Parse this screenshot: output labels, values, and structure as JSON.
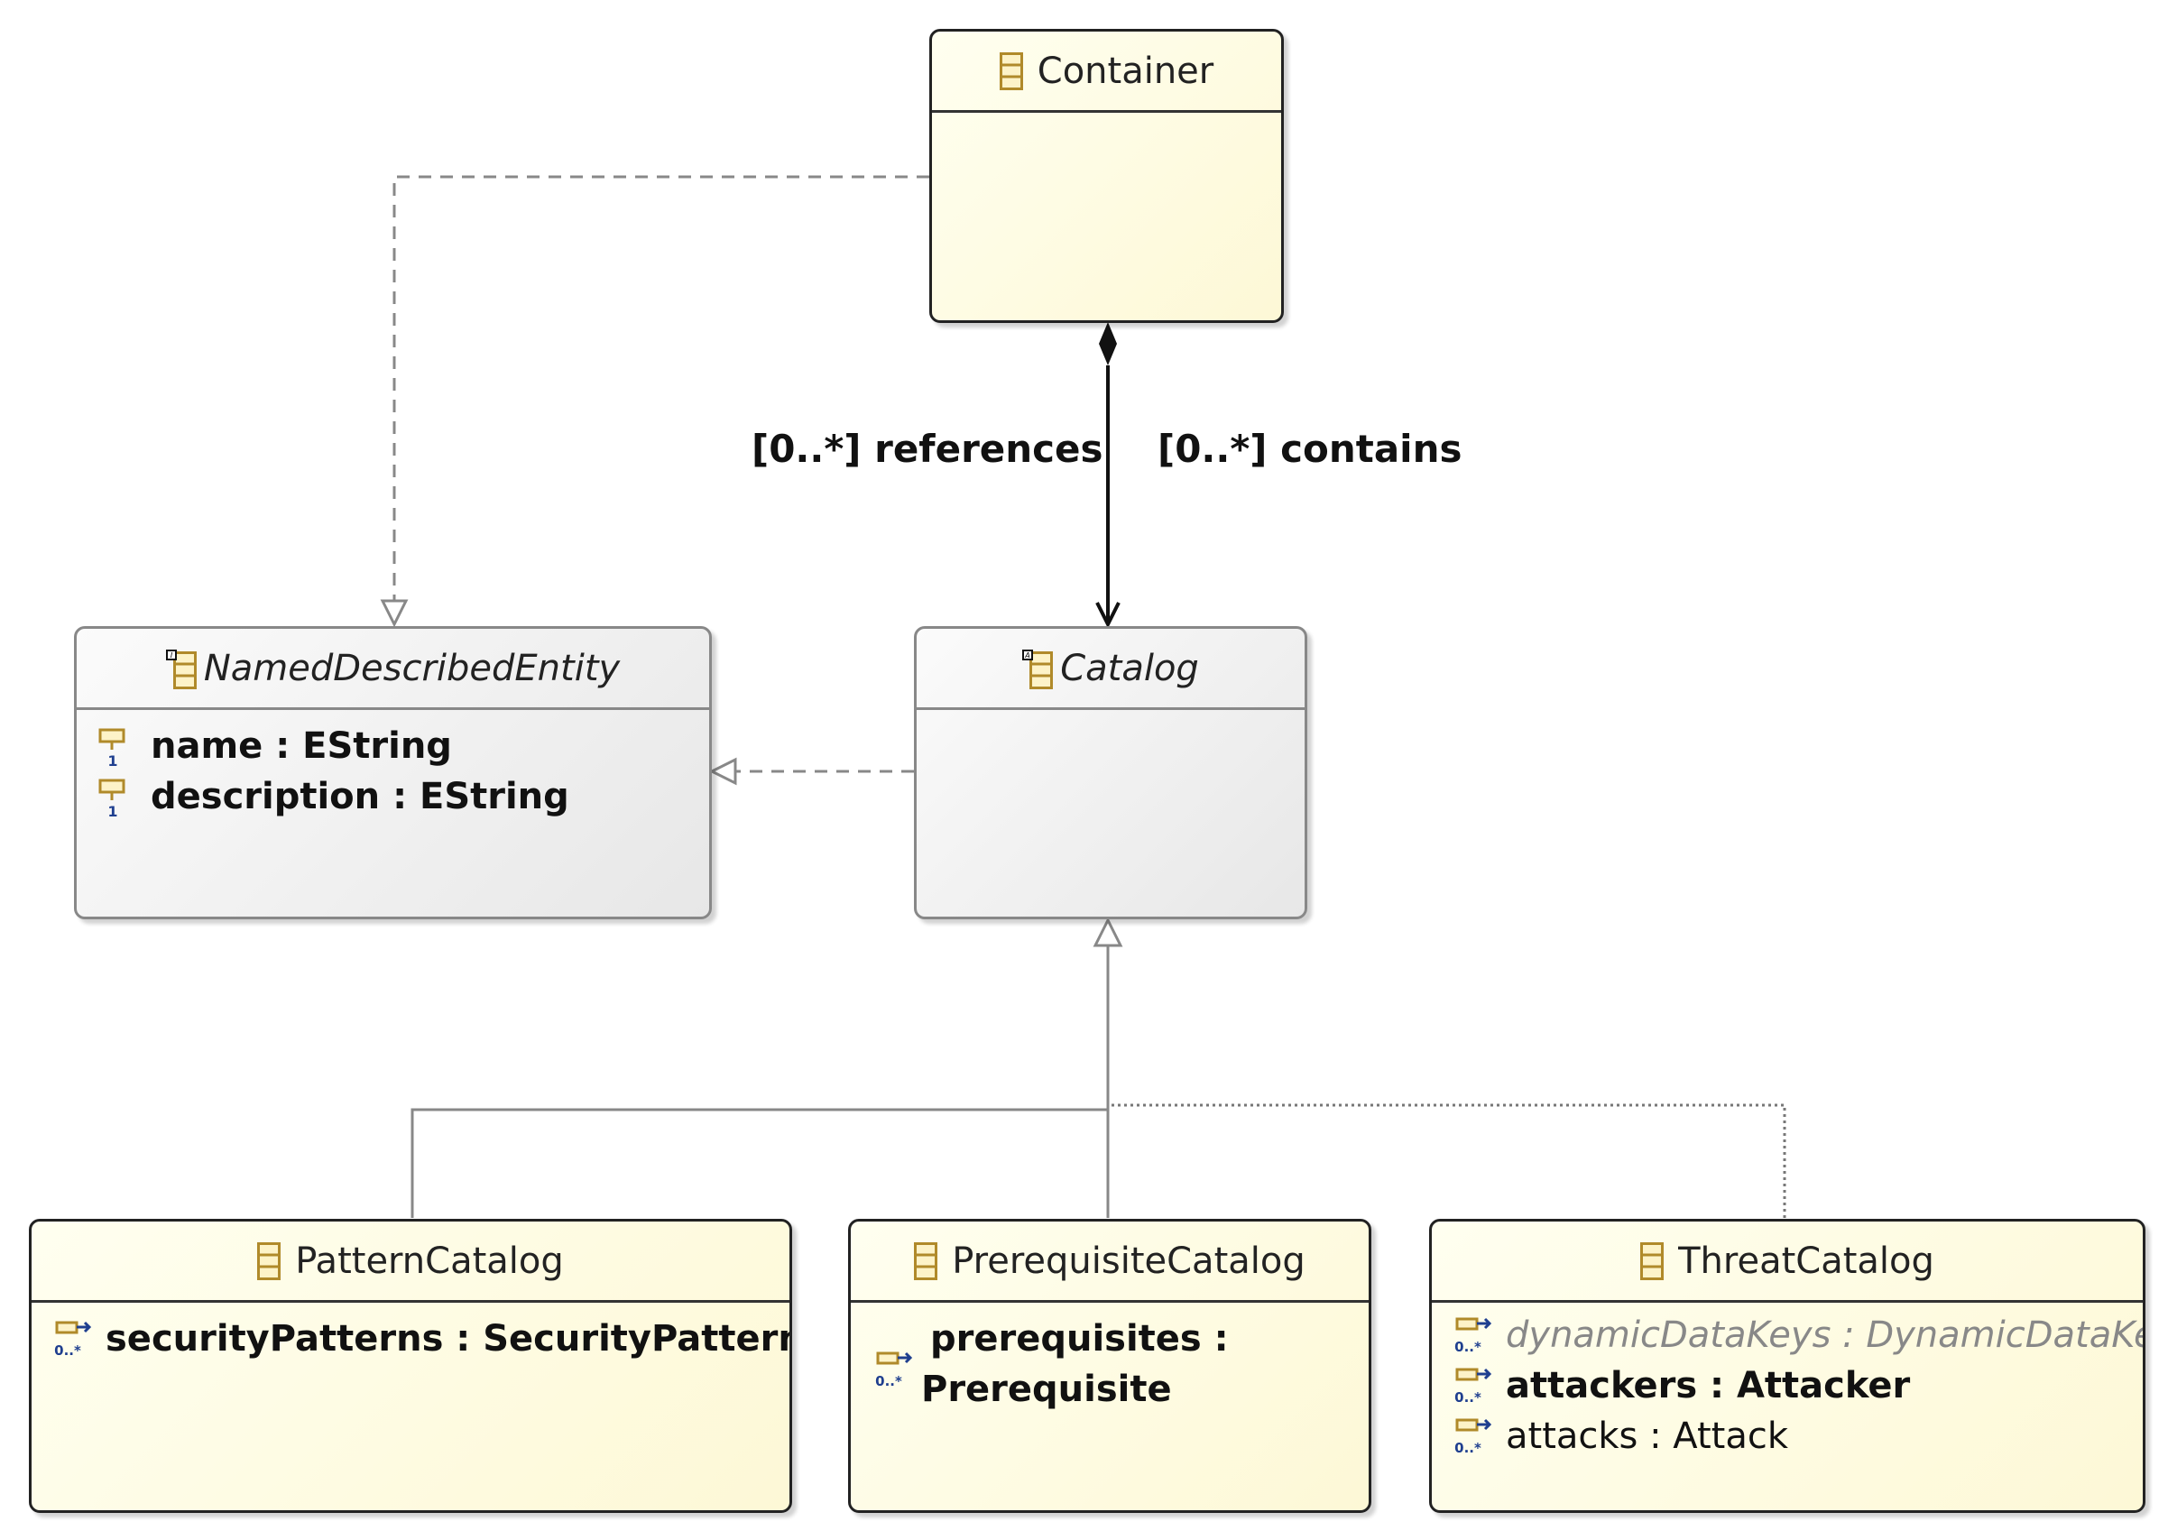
{
  "classes": {
    "container": {
      "name": "Container",
      "attributes": []
    },
    "named_described_entity": {
      "name": "NamedDescribedEntity",
      "attributes": [
        {
          "text": "name : EString",
          "multiplicity": "1"
        },
        {
          "text": "description : EString",
          "multiplicity": "1"
        }
      ]
    },
    "catalog": {
      "name": "Catalog",
      "attributes": []
    },
    "pattern_catalog": {
      "name": "PatternCatalog",
      "attributes": [
        {
          "text": "securityPatterns : SecurityPattern",
          "multiplicity": "0..*"
        }
      ]
    },
    "prerequisite_catalog": {
      "name": "PrerequisiteCatalog",
      "attributes": [
        {
          "line1": "prerequisites :",
          "line2": "Prerequisite",
          "multiplicity": "0..*"
        }
      ]
    },
    "threat_catalog": {
      "name": "ThreatCatalog",
      "attributes": [
        {
          "text": "dynamicDataKeys : DynamicDataKey",
          "multiplicity": "0..*"
        },
        {
          "text": "attackers : Attacker",
          "multiplicity": "0..*"
        },
        {
          "text": "attacks : Attack",
          "multiplicity": "0..*"
        }
      ]
    }
  },
  "edges": {
    "references_label": "[0..*] references",
    "contains_label": "[0..*] contains"
  },
  "colors": {
    "concrete_fill": "#fdf8d6",
    "abstract_fill": "#ececec",
    "icon_gold": "#b08a2a",
    "icon_blue": "#1f3f8f"
  }
}
